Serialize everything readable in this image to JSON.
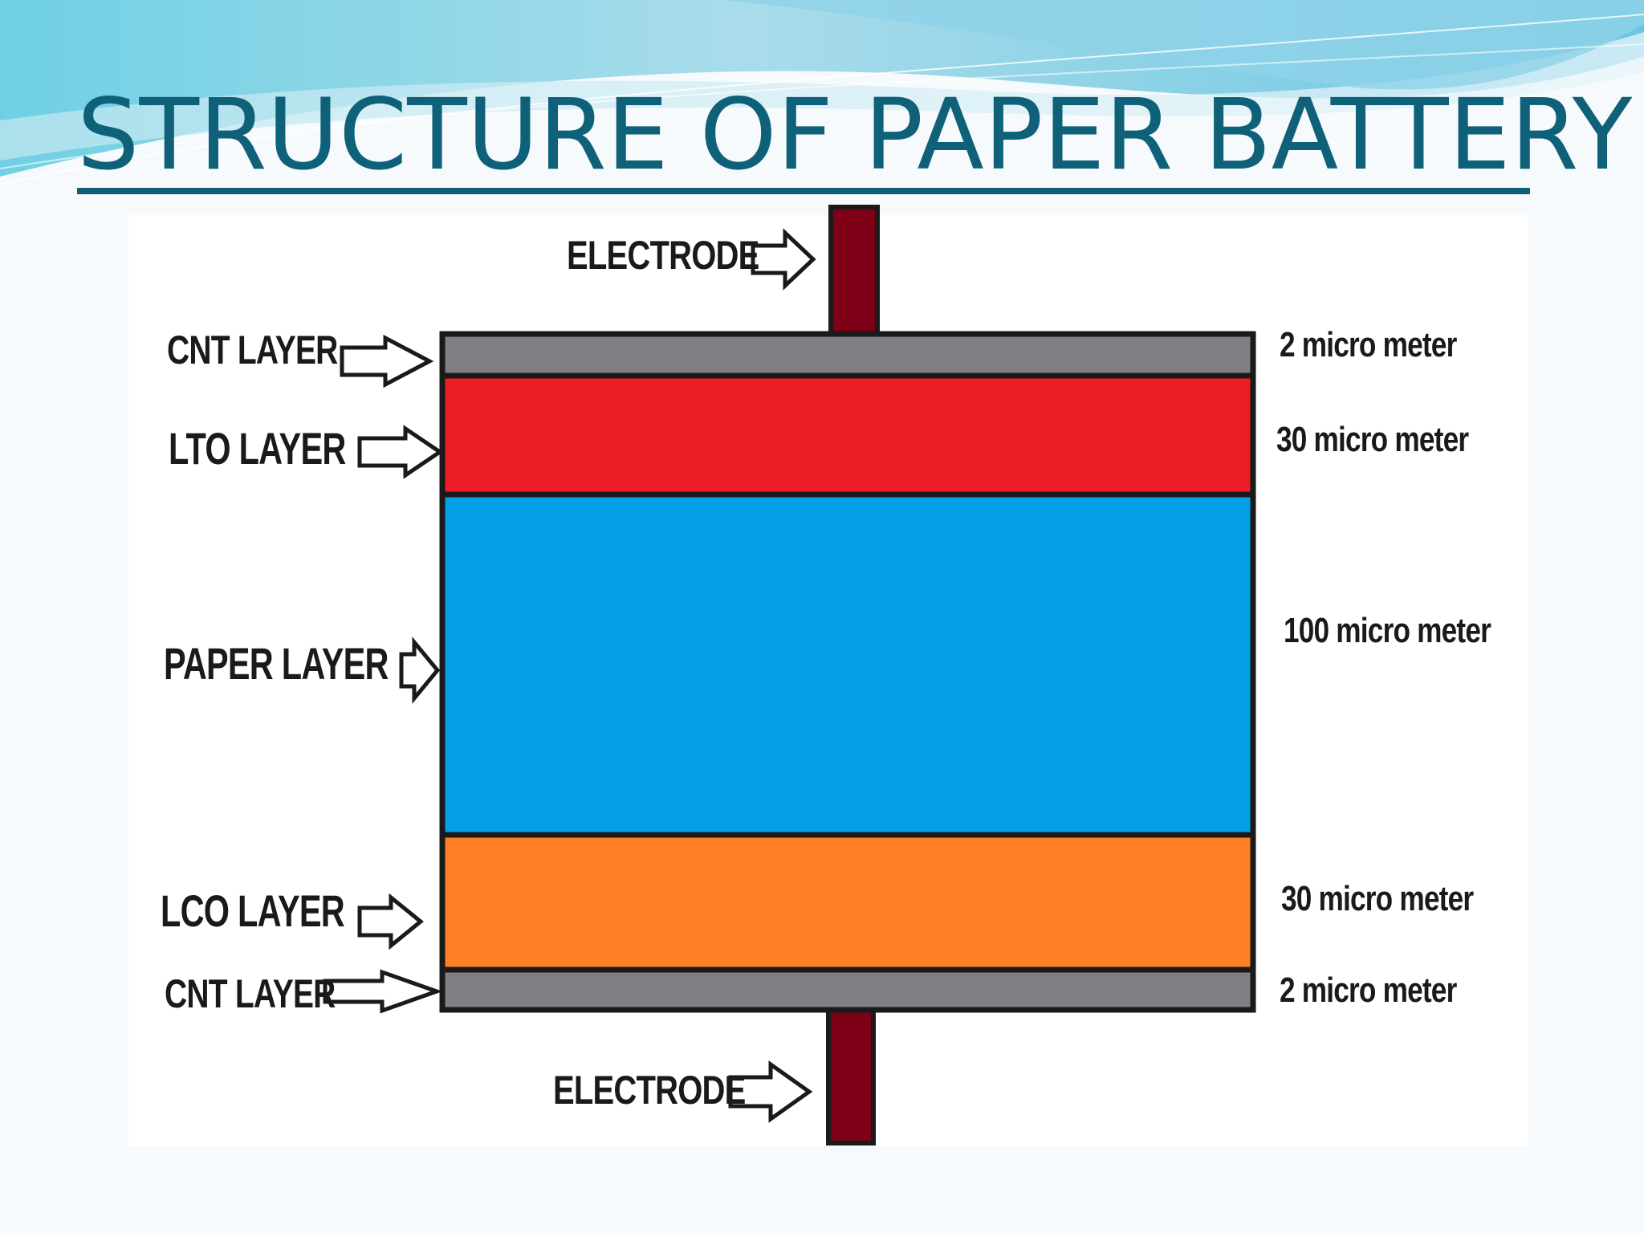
{
  "title": "STRUCTURE OF PAPER BATTERY",
  "colors": {
    "title": "#0e6178",
    "cnt_layer": "#807f83",
    "lto_layer": "#ec1d27",
    "paper_layer": "#04a0e6",
    "lco_layer": "#fd7f24",
    "electrode": "#7d0016",
    "outline": "#1a1a1a"
  },
  "electrodes": {
    "top_label": "ELECTRODE",
    "bottom_label": "ELECTRODE"
  },
  "layers": [
    {
      "id": "cnt-top",
      "label": "CNT LAYER",
      "thickness": "2 micro meter"
    },
    {
      "id": "lto",
      "label": "LTO LAYER",
      "thickness": "30 micro meter"
    },
    {
      "id": "paper",
      "label": "PAPER LAYER",
      "thickness": "100 micro meter"
    },
    {
      "id": "lco",
      "label": "LCO LAYER",
      "thickness": "30 micro meter"
    },
    {
      "id": "cnt-bottom",
      "label": "CNT LAYER",
      "thickness": "2 micro meter"
    }
  ]
}
